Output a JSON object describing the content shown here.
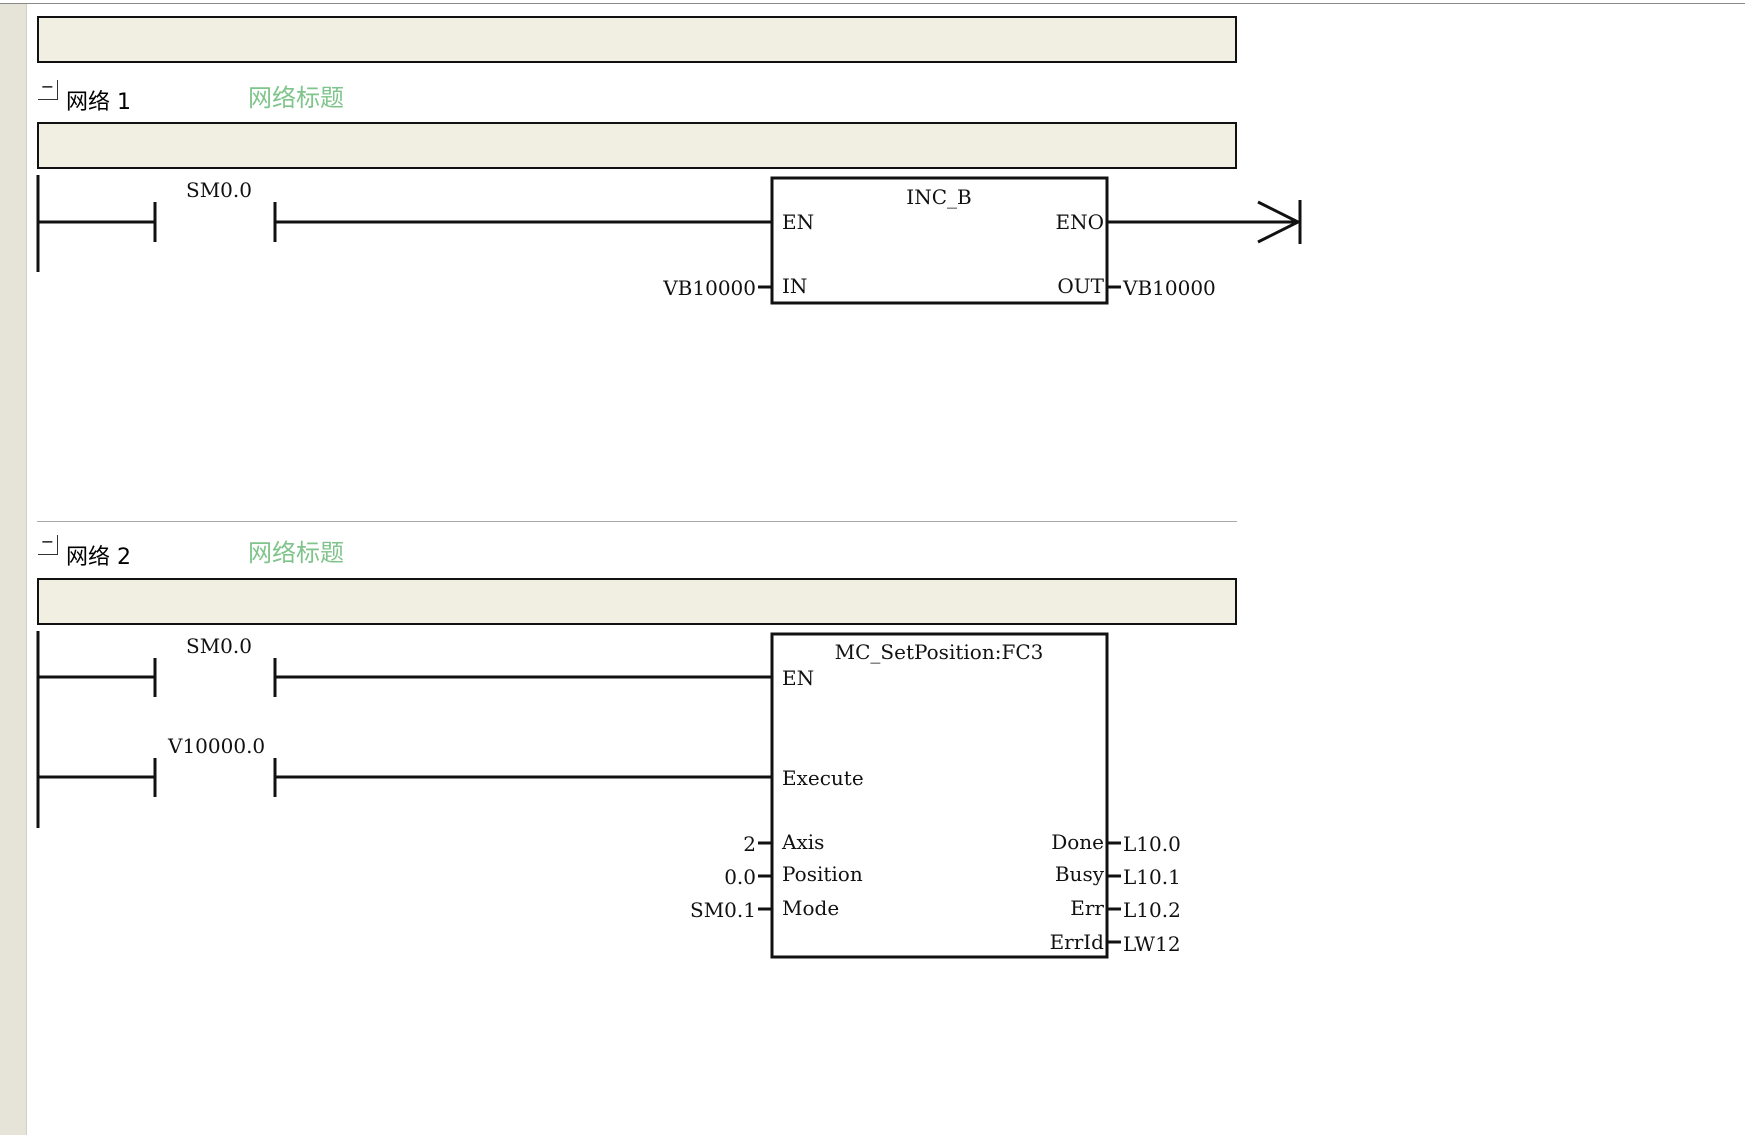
{
  "networks": [
    {
      "toggle": "−",
      "label": "网络 1",
      "title": "网络标题",
      "contact": "SM0.0",
      "block": {
        "name": "INC_B",
        "en": "EN",
        "eno": "ENO",
        "in_pin": "IN",
        "out_pin": "OUT",
        "in_value": "VB10000",
        "out_value": "VB10000"
      }
    },
    {
      "toggle": "−",
      "label": "网络 2",
      "title": "网络标题",
      "contact1": "SM0.0",
      "contact2": "V10000.0",
      "block": {
        "name": "MC_SetPosition:FC3",
        "en": "EN",
        "execute": "Execute",
        "axis_pin": "Axis",
        "position_pin": "Position",
        "mode_pin": "Mode",
        "done_pin": "Done",
        "busy_pin": "Busy",
        "err_pin": "Err",
        "errid_pin": "ErrId",
        "axis_value": "2",
        "position_value": "0.0",
        "mode_value": "SM0.1",
        "done_value": "L10.0",
        "busy_value": "L10.1",
        "err_value": "L10.2",
        "errid_value": "LW12"
      }
    }
  ]
}
